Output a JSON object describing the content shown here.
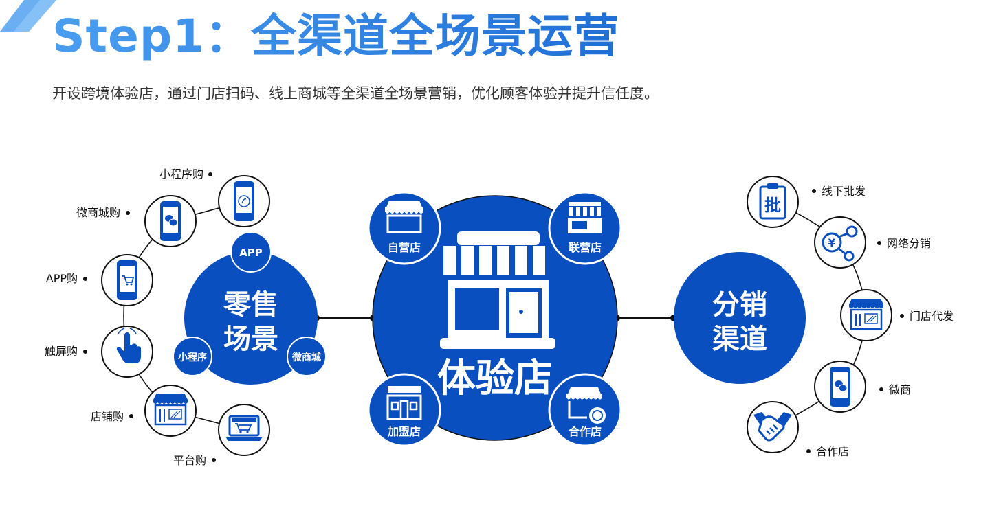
{
  "title": "Step1：全渠道全场景运营",
  "subtitle": "开设跨境体验店，通过门店扫码、线上商城等全渠道全场景营销，优化顾客体验并提升信任度。",
  "colors": {
    "primary": "#0a4fbf",
    "title": "#2d86e6",
    "line": "#111111"
  },
  "retail": {
    "title_line1": "零售",
    "title_line2": "场景",
    "sub_app": "APP",
    "sub_miniprogram": "小程序",
    "sub_wechat_mall": "微商城",
    "items": [
      {
        "label": "小程序购",
        "icon": "phone-miniprogram-icon"
      },
      {
        "label": "微商城购",
        "icon": "phone-wechat-icon"
      },
      {
        "label": "APP购",
        "icon": "phone-cart-icon"
      },
      {
        "label": "触屏购",
        "icon": "hand-touch-icon"
      },
      {
        "label": "店铺购",
        "icon": "storefront-icon"
      },
      {
        "label": "平台购",
        "icon": "laptop-cart-icon"
      }
    ]
  },
  "store": {
    "title": "体验店",
    "types": [
      "自营店",
      "联营店",
      "加盟店",
      "合作店"
    ]
  },
  "distribution": {
    "title_line1": "分销",
    "title_line2": "渠道",
    "items": [
      {
        "label": "线下批发",
        "icon": "wholesale-icon"
      },
      {
        "label": "网络分销",
        "icon": "network-yuan-icon"
      },
      {
        "label": "门店代发",
        "icon": "storefront-icon"
      },
      {
        "label": "微商",
        "icon": "phone-wechat-icon"
      },
      {
        "label": "合作店",
        "icon": "handshake-icon"
      }
    ]
  }
}
